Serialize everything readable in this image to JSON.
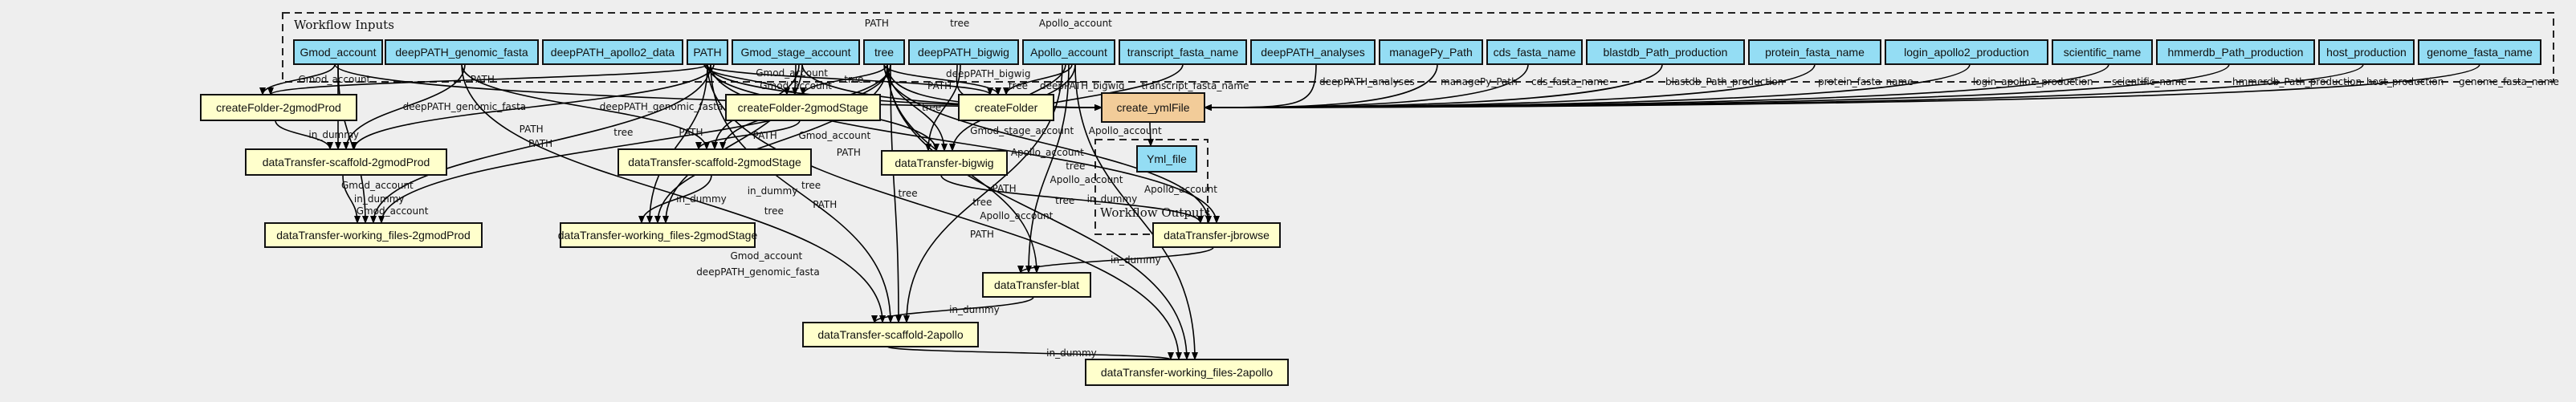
{
  "clusters": {
    "inputs_label": "Workflow Inputs",
    "outputs_label": "Workflow Outputs"
  },
  "colors": {
    "input": "#94ddf4",
    "step": "#ffffcc",
    "active_step": "#f2cc99",
    "output": "#94ddf4",
    "background": "#eeeeee"
  },
  "nodes": [
    {
      "id": "Gmod_account",
      "label": "Gmod_account",
      "kind": "input"
    },
    {
      "id": "deepPATH_genomic_fasta",
      "label": "deepPATH_genomic_fasta",
      "kind": "input"
    },
    {
      "id": "deepPATH_apollo2_data",
      "label": "deepPATH_apollo2_data",
      "kind": "input"
    },
    {
      "id": "PATH",
      "label": "PATH",
      "kind": "input"
    },
    {
      "id": "Gmod_stage_account",
      "label": "Gmod_stage_account",
      "kind": "input"
    },
    {
      "id": "tree",
      "label": "tree",
      "kind": "input"
    },
    {
      "id": "deepPATH_bigwig",
      "label": "deepPATH_bigwig",
      "kind": "input"
    },
    {
      "id": "Apollo_account",
      "label": "Apollo_account",
      "kind": "input"
    },
    {
      "id": "transcript_fasta_name",
      "label": "transcript_fasta_name",
      "kind": "input"
    },
    {
      "id": "deepPATH_analyses",
      "label": "deepPATH_analyses",
      "kind": "input"
    },
    {
      "id": "managePy_Path",
      "label": "managePy_Path",
      "kind": "input"
    },
    {
      "id": "cds_fasta_name",
      "label": "cds_fasta_name",
      "kind": "input"
    },
    {
      "id": "blastdb_Path_production",
      "label": "blastdb_Path_production",
      "kind": "input"
    },
    {
      "id": "protein_fasta_name",
      "label": "protein_fasta_name",
      "kind": "input"
    },
    {
      "id": "login_apollo2_production",
      "label": "login_apollo2_production",
      "kind": "input"
    },
    {
      "id": "scientific_name",
      "label": "scientific_name",
      "kind": "input"
    },
    {
      "id": "hmmerdb_Path_production",
      "label": "hmmerdb_Path_production",
      "kind": "input"
    },
    {
      "id": "host_production",
      "label": "host_production",
      "kind": "input"
    },
    {
      "id": "genome_fasta_name",
      "label": "genome_fasta_name",
      "kind": "input"
    },
    {
      "id": "createFolder-2gmodProd",
      "label": "createFolder-2gmodProd",
      "kind": "step"
    },
    {
      "id": "createFolder-2gmodStage",
      "label": "createFolder-2gmodStage",
      "kind": "step"
    },
    {
      "id": "createFolder",
      "label": "createFolder",
      "kind": "step"
    },
    {
      "id": "create_ymlFile",
      "label": "create_ymlFile",
      "kind": "active_step"
    },
    {
      "id": "dataTransfer-scaffold-2gmodProd",
      "label": "dataTransfer-scaffold-2gmodProd",
      "kind": "step"
    },
    {
      "id": "dataTransfer-scaffold-2gmodStage",
      "label": "dataTransfer-scaffold-2gmodStage",
      "kind": "step"
    },
    {
      "id": "dataTransfer-bigwig",
      "label": "dataTransfer-bigwig",
      "kind": "step"
    },
    {
      "id": "Yml_file",
      "label": "Yml_file",
      "kind": "output"
    },
    {
      "id": "dataTransfer-working_files-2gmodProd",
      "label": "dataTransfer-working_files-2gmodProd",
      "kind": "step"
    },
    {
      "id": "dataTransfer-working_files-2gmodStage",
      "label": "dataTransfer-working_files-2gmodStage",
      "kind": "step"
    },
    {
      "id": "dataTransfer-jbrowse",
      "label": "dataTransfer-jbrowse",
      "kind": "step"
    },
    {
      "id": "dataTransfer-blat",
      "label": "dataTransfer-blat",
      "kind": "step"
    },
    {
      "id": "dataTransfer-scaffold-2apollo",
      "label": "dataTransfer-scaffold-2apollo",
      "kind": "step"
    },
    {
      "id": "dataTransfer-working_files-2apollo",
      "label": "dataTransfer-working_files-2apollo",
      "kind": "step"
    }
  ],
  "edges": [
    {
      "from": "Gmod_account",
      "to": "create_ymlFile",
      "label": "Gmod_account"
    },
    {
      "from": "PATH",
      "to": "create_ymlFile",
      "label": "PATH"
    },
    {
      "from": "tree",
      "to": "create_ymlFile",
      "label": "tree"
    },
    {
      "from": "Gmod_stage_account",
      "to": "create_ymlFile",
      "label": "Gmod_stage_account"
    },
    {
      "from": "deepPATH_bigwig",
      "to": "create_ymlFile",
      "label": "deepPATH_bigwig"
    },
    {
      "from": "Apollo_account",
      "to": "create_ymlFile",
      "label": "Apollo_account"
    },
    {
      "from": "transcript_fasta_name",
      "to": "create_ymlFile",
      "label": "transcript_fasta_name"
    },
    {
      "from": "deepPATH_analyses",
      "to": "create_ymlFile",
      "label": "deepPATH_analyses"
    },
    {
      "from": "managePy_Path",
      "to": "create_ymlFile",
      "label": "managePy_Path"
    },
    {
      "from": "cds_fasta_name",
      "to": "create_ymlFile",
      "label": "cds_fasta_name"
    },
    {
      "from": "blastdb_Path_production",
      "to": "create_ymlFile",
      "label": "blastdb_Path_production"
    },
    {
      "from": "protein_fasta_name",
      "to": "create_ymlFile",
      "label": "protein_fasta_name"
    },
    {
      "from": "login_apollo2_production",
      "to": "create_ymlFile",
      "label": "login_apollo2_production"
    },
    {
      "from": "scientific_name",
      "to": "create_ymlFile",
      "label": "scientific_name"
    },
    {
      "from": "hmmerdb_Path_production",
      "to": "create_ymlFile",
      "label": "hmmerdb_Path_production"
    },
    {
      "from": "host_production",
      "to": "create_ymlFile",
      "label": "host_production"
    },
    {
      "from": "genome_fasta_name",
      "to": "create_ymlFile",
      "label": "genome_fasta_name"
    },
    {
      "from": "create_ymlFile",
      "to": "Yml_file",
      "label": ""
    },
    {
      "from": "Gmod_account",
      "to": "createFolder-2gmodProd",
      "label": "Gmod_account"
    },
    {
      "from": "PATH",
      "to": "createFolder-2gmodProd",
      "label": "PATH"
    },
    {
      "from": "createFolder-2gmodProd",
      "to": "dataTransfer-scaffold-2gmodProd",
      "label": "in_dummy"
    },
    {
      "from": "Gmod_account",
      "to": "dataTransfer-scaffold-2gmodProd",
      "label": "Gmod_account"
    },
    {
      "from": "deepPATH_genomic_fasta",
      "to": "dataTransfer-scaffold-2gmodProd",
      "label": "deepPATH_genomic_fasta"
    },
    {
      "from": "PATH",
      "to": "dataTransfer-scaffold-2gmodProd",
      "label": "PATH"
    },
    {
      "from": "dataTransfer-scaffold-2gmodProd",
      "to": "dataTransfer-working_files-2gmodProd",
      "label": "in_dummy"
    },
    {
      "from": "Gmod_account",
      "to": "dataTransfer-working_files-2gmodProd",
      "label": "Gmod_account"
    },
    {
      "from": "PATH",
      "to": "dataTransfer-working_files-2gmodProd",
      "label": "PATH"
    },
    {
      "from": "tree",
      "to": "dataTransfer-working_files-2gmodProd",
      "label": "tree"
    },
    {
      "from": "PATH",
      "to": "createFolder-2gmodStage",
      "label": "PATH"
    },
    {
      "from": "Gmod_stage_account",
      "to": "createFolder-2gmodStage",
      "label": "Gmod_account"
    },
    {
      "from": "tree",
      "to": "createFolder-2gmodStage",
      "label": "tree"
    },
    {
      "from": "createFolder-2gmodStage",
      "to": "dataTransfer-scaffold-2gmodStage",
      "label": "in_dummy"
    },
    {
      "from": "deepPATH_genomic_fasta",
      "to": "dataTransfer-scaffold-2gmodStage",
      "label": "deepPATH_genomic_fasta"
    },
    {
      "from": "Gmod_stage_account",
      "to": "dataTransfer-scaffold-2gmodStage",
      "label": "Gmod_account"
    },
    {
      "from": "tree",
      "to": "dataTransfer-scaffold-2gmodStage",
      "label": "tree"
    },
    {
      "from": "dataTransfer-scaffold-2gmodStage",
      "to": "dataTransfer-working_files-2gmodStage",
      "label": "in_dummy"
    },
    {
      "from": "PATH",
      "to": "dataTransfer-working_files-2gmodStage",
      "label": "PATH"
    },
    {
      "from": "tree",
      "to": "dataTransfer-working_files-2gmodStage",
      "label": "tree"
    },
    {
      "from": "Gmod_stage_account",
      "to": "dataTransfer-working_files-2gmodStage",
      "label": "Gmod_account"
    },
    {
      "from": "PATH",
      "to": "createFolder",
      "label": "PATH"
    },
    {
      "from": "tree",
      "to": "createFolder",
      "label": "tree"
    },
    {
      "from": "Apollo_account",
      "to": "createFolder",
      "label": "Apollo_account"
    },
    {
      "from": "deepPATH_bigwig",
      "to": "dataTransfer-bigwig",
      "label": "deepPATH_bigwig"
    },
    {
      "from": "PATH",
      "to": "dataTransfer-bigwig",
      "label": "PATH"
    },
    {
      "from": "tree",
      "to": "dataTransfer-bigwig",
      "label": "tree"
    },
    {
      "from": "Apollo_account",
      "to": "dataTransfer-bigwig",
      "label": "Apollo_account"
    },
    {
      "from": "dataTransfer-bigwig",
      "to": "dataTransfer-jbrowse",
      "label": "in_dummy"
    },
    {
      "from": "tree",
      "to": "dataTransfer-jbrowse",
      "label": "tree"
    },
    {
      "from": "PATH",
      "to": "dataTransfer-jbrowse",
      "label": "PATH"
    },
    {
      "from": "dataTransfer-jbrowse",
      "to": "dataTransfer-blat",
      "label": "in_dummy"
    },
    {
      "from": "Apollo_account",
      "to": "dataTransfer-blat",
      "label": "Apollo_account"
    },
    {
      "from": "tree",
      "to": "dataTransfer-blat",
      "label": "tree"
    },
    {
      "from": "dataTransfer-blat",
      "to": "dataTransfer-scaffold-2apollo",
      "label": "in_dummy"
    },
    {
      "from": "deepPATH_genomic_fasta",
      "to": "dataTransfer-scaffold-2apollo",
      "label": "deepPATH_genomic_fasta"
    },
    {
      "from": "PATH",
      "to": "dataTransfer-scaffold-2apollo",
      "label": "PATH"
    },
    {
      "from": "tree",
      "to": "dataTransfer-scaffold-2apollo",
      "label": "tree"
    },
    {
      "from": "Apollo_account",
      "to": "dataTransfer-scaffold-2apollo",
      "label": "Apollo_account"
    },
    {
      "from": "dataTransfer-scaffold-2apollo",
      "to": "dataTransfer-working_files-2apollo",
      "label": "in_dummy"
    },
    {
      "from": "PATH",
      "to": "dataTransfer-working_files-2apollo",
      "label": "PATH"
    },
    {
      "from": "tree",
      "to": "dataTransfer-working_files-2apollo",
      "label": "tree"
    },
    {
      "from": "Apollo_account",
      "to": "dataTransfer-working_files-2apollo",
      "label": "Apollo_account"
    }
  ]
}
